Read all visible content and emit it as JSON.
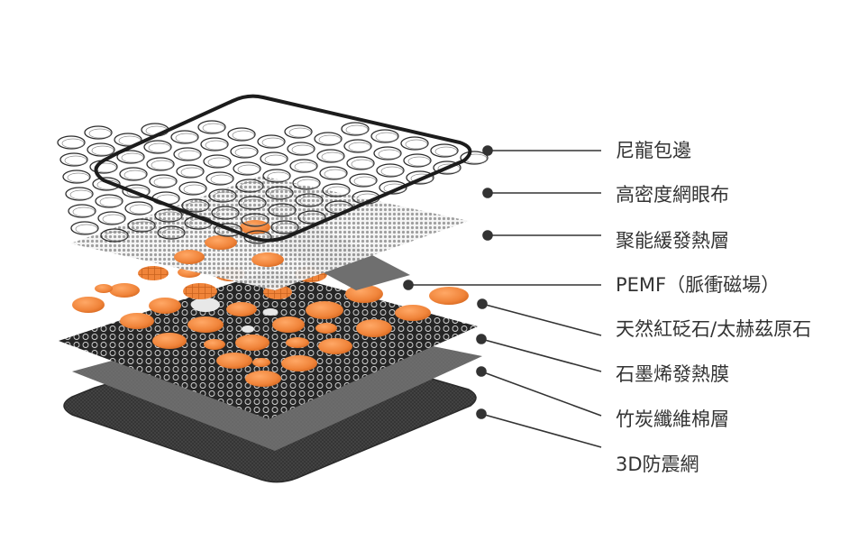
{
  "layers": [
    {
      "label": "尼龍包邊"
    },
    {
      "label": "高密度網眼布"
    },
    {
      "label": "聚能緩發熱層"
    },
    {
      "label": "PEMF（脈衝磁場）"
    },
    {
      "label": "天然紅砭石/太赫茲原石"
    },
    {
      "label": "石墨烯發熱膜"
    },
    {
      "label": "竹炭纖維棉層"
    },
    {
      "label": "3D防震網"
    }
  ],
  "colors": {
    "stone_orange": "#f0843a",
    "stone_white": "#e8e8e8",
    "graphene_dark": "#2a2a2a",
    "base_dark": "#3a3a3a",
    "bamboo_gray": "#7a7a7a",
    "pemf_gray": "#777777",
    "leader_line": "#333333",
    "label_text": "#333333"
  }
}
